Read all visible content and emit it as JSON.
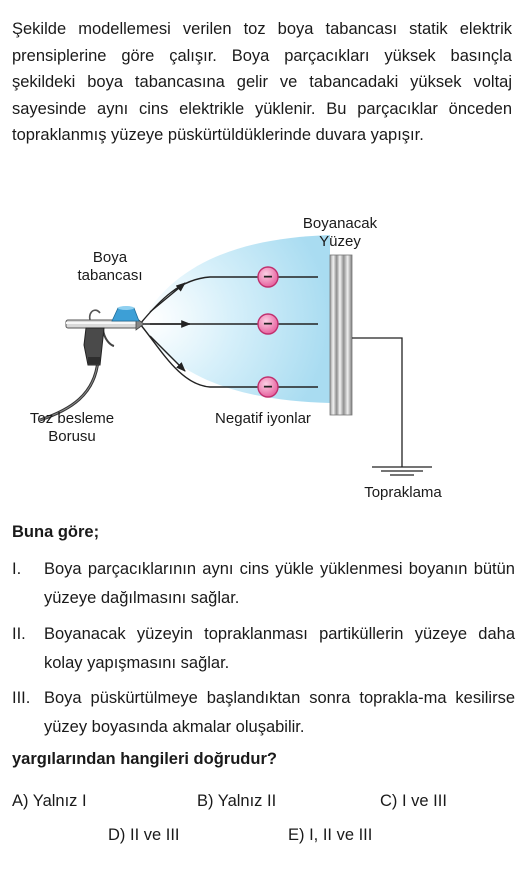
{
  "question": {
    "intro": "Şekilde modellemesi verilen toz boya tabancası statik elektrik prensiplerine göre çalışır. Boya parçacıkları yüksek basınçla şekildeki boya tabancasına gelir ve tabancadaki yüksek voltaj sayesinde aynı cins elektrikle yüklenir. Bu parçacıklar önceden topraklanmış yüzeye püskürtüldüklerinde duvara yapışır.",
    "prompt": "Buna göre;",
    "statements": [
      {
        "num": "I.",
        "text": "Boya parçacıklarının aynı cins yükle yüklenmesi boyanın bütün yüzeye dağılmasını sağlar."
      },
      {
        "num": "II.",
        "text": "Boyanacak yüzeyin topraklanması partiküllerin yüzeye daha kolay yapışmasını sağlar."
      },
      {
        "num": "III.",
        "text": "Boya püskürtülmeye başlandıktan sonra toprakla-ma kesilirse yüzey boyasında akmalar oluşabilir."
      }
    ],
    "ask": "yargılarından hangileri doğrudur?",
    "options": [
      {
        "label": "A) Yalnız I"
      },
      {
        "label": "B) Yalnız II"
      },
      {
        "label": "C) I ve III"
      },
      {
        "label": "D) II ve III"
      },
      {
        "label": "E) I, II ve III"
      }
    ]
  },
  "figure": {
    "labels": {
      "gun_line1": "Boya",
      "gun_line2": "tabancası",
      "surface_line1": "Boyanacak",
      "surface_line2": "Yüzey",
      "hose_line1": "Toz besleme",
      "hose_line2": "Borusu",
      "ions": "Negatif iyonlar",
      "ground": "Topraklama"
    },
    "ion_sign": "−",
    "colors": {
      "spray_cloud": "#bfe6f5",
      "ion_fill": "#f07fb0",
      "ion_stroke": "#c0306e",
      "panel_light": "#e6e6e6",
      "panel_dark": "#8f8f8f",
      "nozzle_blue": "#3d9fd6",
      "gun_body": "#4a4a4a"
    },
    "icons": [
      "spray-gun-icon",
      "ground-symbol-icon"
    ]
  }
}
